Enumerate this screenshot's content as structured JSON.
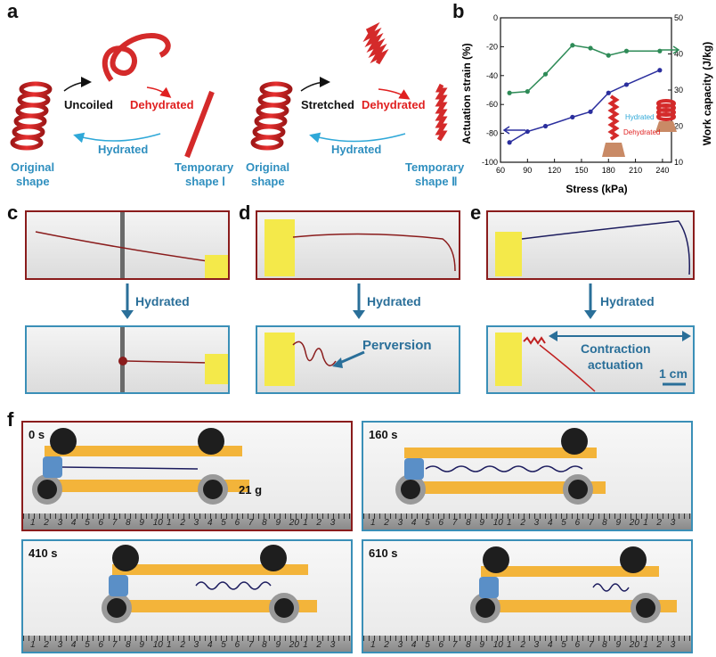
{
  "panels": {
    "a": "a",
    "b": "b",
    "c": "c",
    "d": "d",
    "e": "e",
    "f": "f"
  },
  "panel_a": {
    "uncoiled": "Uncoiled",
    "dehydrated1": "Dehydrated",
    "hydrated1": "Hydrated",
    "original1_l1": "Original",
    "original1_l2": "shape",
    "temp1_l1": "Temporary",
    "temp1_l2": "shape Ⅰ",
    "stretched": "Stretched",
    "dehydrated2": "Dehydrated",
    "hydrated2": "Hydrated",
    "original2_l1": "Original",
    "original2_l2": "shape",
    "temp2_l1": "Temporary",
    "temp2_l2": "shape Ⅱ"
  },
  "panel_c": {
    "hydrated": "Hydrated"
  },
  "panel_d": {
    "hydrated": "Hydrated",
    "perversion": "Perversion"
  },
  "panel_e": {
    "hydrated": "Hydrated",
    "contraction_l1": "Contraction",
    "contraction_l2": "actuation",
    "scale": "1 cm"
  },
  "panel_f": {
    "t0": "0 s",
    "t1": "160 s",
    "t2": "410 s",
    "t3": "610 s",
    "mass": "21 g",
    "ruler_marks": [
      "1",
      "2",
      "3",
      "4",
      "5",
      "6",
      "7",
      "8",
      "9",
      "10",
      "1",
      "2",
      "3",
      "4",
      "5",
      "6",
      "7",
      "8",
      "9",
      "20",
      "1",
      "2",
      "3"
    ]
  },
  "colors": {
    "green_series": "#2e8b57",
    "blue_series": "#2b2f9e",
    "dark_red_frame": "#8a1c1c",
    "blue_frame": "#3a8fb7"
  },
  "chart_data": {
    "type": "line",
    "xlabel": "Stress (kPa)",
    "ylabel": "Actuation strain (%)",
    "y2label": "Work capacity (J/kg)",
    "xlim": [
      60,
      250
    ],
    "ylim": [
      -100,
      0
    ],
    "y2lim": [
      10,
      50
    ],
    "xticks": [
      60,
      90,
      120,
      150,
      180,
      210,
      240
    ],
    "yticks": [
      -100,
      -80,
      -60,
      -40,
      -20,
      0
    ],
    "y2ticks": [
      10,
      20,
      30,
      40,
      50
    ],
    "inset_hydrated": "Hydrated",
    "inset_dehydrated": "Dehydrated",
    "series": [
      {
        "axis": "left",
        "color": "#2e8b57",
        "x": [
          70,
          90,
          110,
          140,
          160,
          180,
          200,
          237
        ],
        "y": [
          -52,
          -51,
          -39,
          -19,
          -21,
          -26,
          -23,
          -23
        ]
      },
      {
        "axis": "right",
        "color": "#2b2f9e",
        "x": [
          70,
          90,
          110,
          140,
          160,
          180,
          200,
          237
        ],
        "y": [
          15.5,
          18.5,
          20,
          22.5,
          24,
          29.2,
          31.5,
          35.5
        ]
      }
    ]
  }
}
